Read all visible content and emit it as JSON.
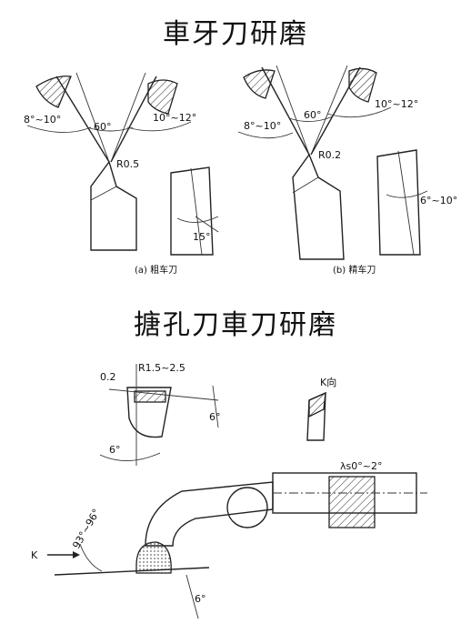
{
  "titles": {
    "thread_tool": "車牙刀研磨",
    "boring_tool": "搪孔刀車刀研磨"
  },
  "rough": {
    "left_angle": "8°~10°",
    "tip_angle": "60°",
    "right_angle": "10°~12°",
    "radius": "R0.5",
    "side_angle": "15°",
    "caption": "(a) 粗车刀"
  },
  "finish": {
    "left_angle": "8°~10°",
    "tip_angle": "60°",
    "right_angle": "10°~12°",
    "radius": "R0.2",
    "side_angle": "6°~10°",
    "caption": "(b) 精车刀"
  },
  "boring": {
    "offset": "0.2",
    "radius": "R1.5~2.5",
    "clearance_angle": "6°",
    "small_angle": "6°",
    "view_label": "K向",
    "lambda": "λs0°~2°",
    "k_arrow": "K",
    "lead_angle": "93°~96°",
    "bottom_angle": "6°"
  }
}
